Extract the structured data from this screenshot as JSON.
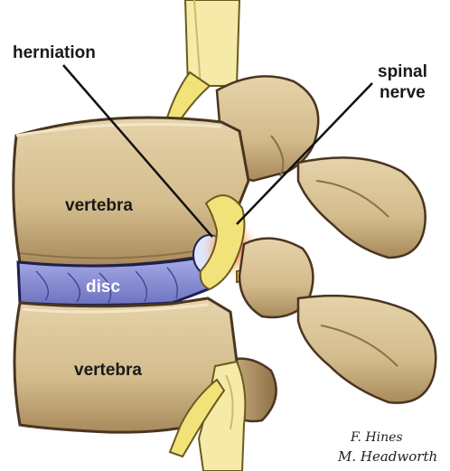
{
  "labels": {
    "herniation": "herniation",
    "spinal_nerve_line1": "spinal",
    "spinal_nerve_line2": "nerve",
    "vertebra_top": "vertebra",
    "disc": "disc",
    "vertebra_bottom": "vertebra"
  },
  "signature": {
    "line1": "F. Hines",
    "line2": "M. Headworth"
  },
  "colors": {
    "bone": "#d9c49b",
    "bone_shadow": "#a8875a",
    "bone_outline": "#4a3520",
    "disc": "#8e93d6",
    "disc_outline": "#1e2050",
    "nerve": "#f2e27a",
    "nerve_outline": "#6b5a1e",
    "inflammation": "#ff4a2a",
    "herniation_bulge": "#dfe4ff"
  }
}
